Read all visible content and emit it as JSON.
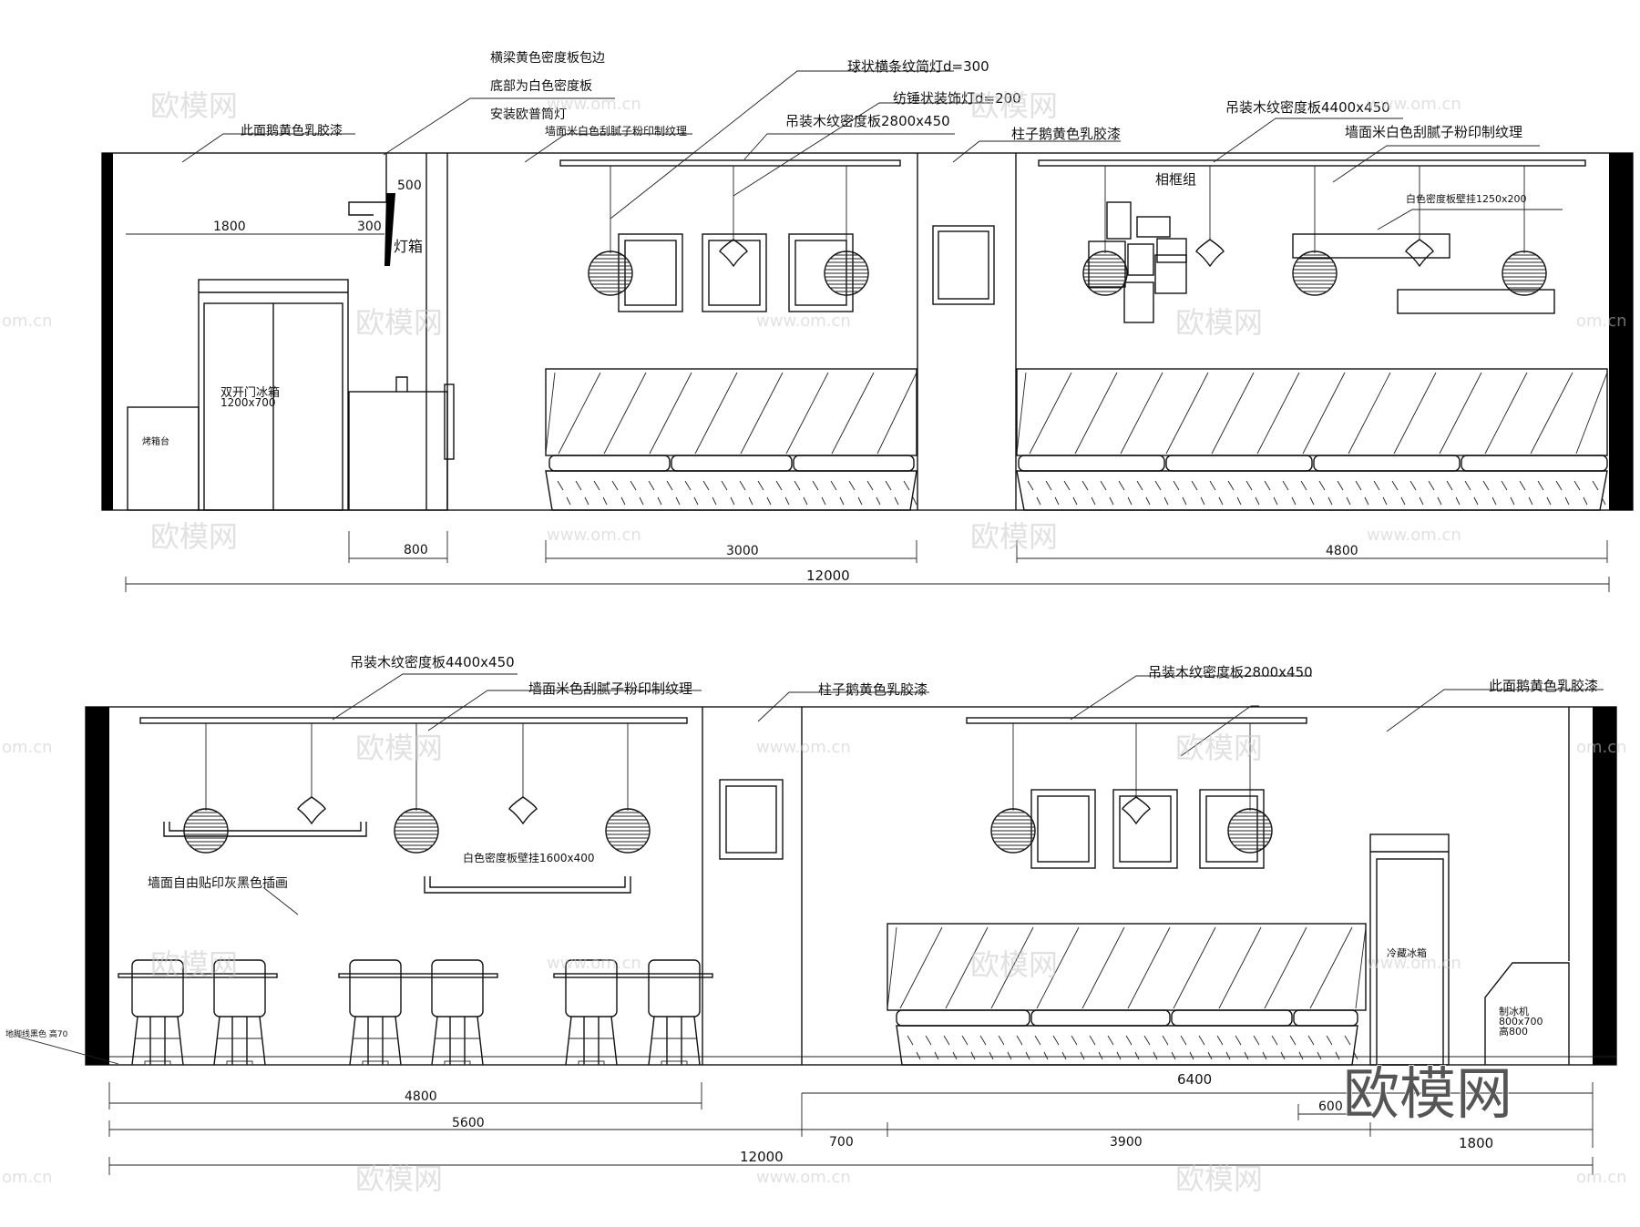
{
  "top": {
    "annotations": {
      "beam_edge": "横梁黄色密度板包边",
      "bottom_board": "底部为白色密度板",
      "downlight": "安装欧普筒灯",
      "wall_paint_left": "此面鹅黄色乳胶漆",
      "wall_texture": "墙面米白色刮腻子粉印制纹理",
      "ball_lamp": "球状横条纹简灯d=300",
      "spindle_lamp": "纺锤状装饰灯d=200",
      "hanging_board": "吊装木纹密度板2800x450",
      "column_paint": "柱子鹅黄色乳胶漆",
      "hanging_board_right": "吊装木纹密度板4400x450",
      "wall_texture_right": "墙面米白色刮腻子粉印制纹理",
      "frame_group": "相框组",
      "shelf": "白色密度板壁挂1250x200",
      "fridge": "双开门冰箱",
      "fridge_size": "1200x700",
      "oven_table": "烤箱台",
      "lightbox": "灯箱"
    },
    "dims": {
      "d500": "500",
      "d300": "300",
      "d1800": "1800",
      "d800": "800",
      "d3000": "3000",
      "d4800": "4800",
      "d12000": "12000"
    }
  },
  "bottom": {
    "annotations": {
      "hanging_board": "吊装木纹密度板4400x450",
      "wall_texture": "墙面米色刮腻子粉印制纹理",
      "column_paint": "柱子鹅黄色乳胶漆",
      "hanging_board_right": "吊装木纹密度板2800x450",
      "wall_paint_right": "此面鹅黄色乳胶漆",
      "shelf": "白色密度板壁挂1600x400",
      "wall_art": "墙面自由贴印灰黑色插画",
      "baseboard": "地脚线黑色 高70",
      "freezer": "冷藏冰箱",
      "ice_machine": "制冰机",
      "ice_machine_size": "800x700",
      "ice_machine_height": "高800"
    },
    "dims": {
      "d4800": "4800",
      "d5600": "5600",
      "d12000": "12000",
      "d6400": "6400",
      "d600": "600",
      "d700": "700",
      "d3900": "3900",
      "d1800": "1800"
    }
  },
  "watermark": {
    "brand": "欧模网",
    "site": "www.om.cn",
    "site_short": "om.cn"
  }
}
